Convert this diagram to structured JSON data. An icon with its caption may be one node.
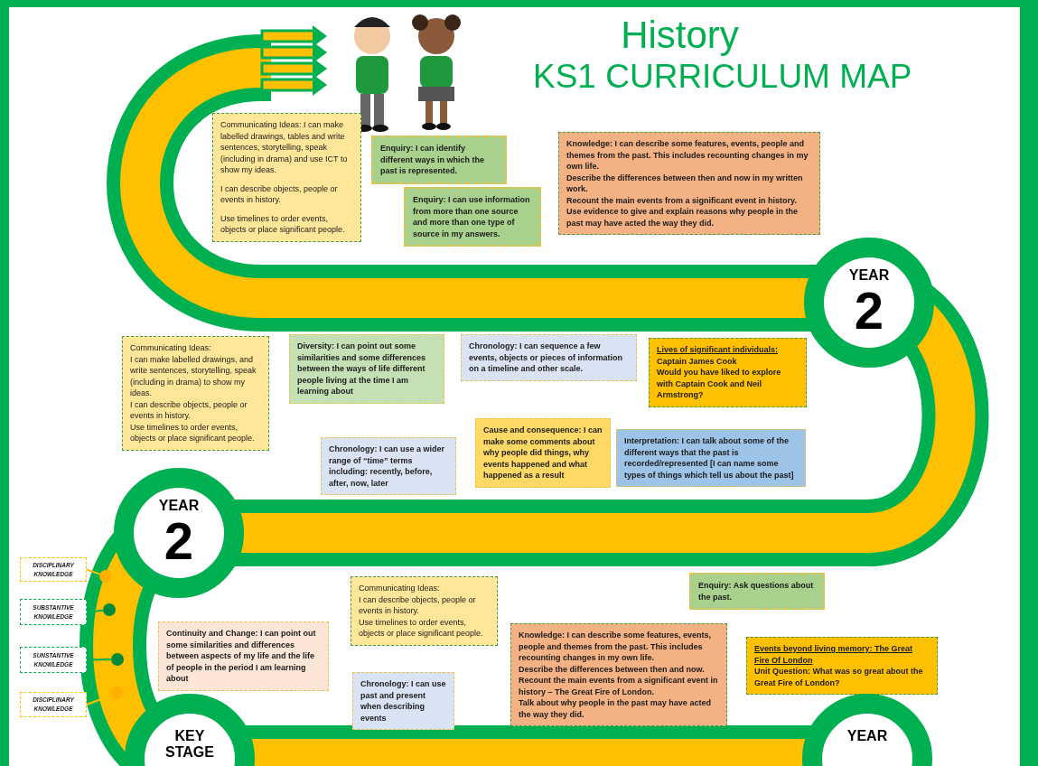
{
  "diagram": {
    "title": "History",
    "labels": [
      "KS1 CURRICULUM MAP"
    ],
    "nodes": [
      {
        "text": [
          "Communicating Ideas: I can make labelled drawings, tables and write sentences, storytelling, speak (including in drama) and use ICT to show my ideas.",
          "I can describe objects, people or events in history.",
          "Use timelines to order events, objects or place significant people."
        ]
      },
      {
        "text": [
          "Enquiry: I can identify different ways in which the past is represented."
        ]
      },
      {
        "text": [
          "Enquiry: I can use information from more than one source and more than one type of source in my answers."
        ]
      },
      {
        "text": [
          "Knowledge: I can describe some features, events, people and themes from the past. This includes recounting changes in my own life.",
          "Describe the differences between then and now in my written work.",
          "Recount the main events from a significant event in history.",
          "Use evidence to give and explain reasons why people in the past may have acted the way they did."
        ]
      },
      {
        "text": [
          "YEAR",
          "2"
        ]
      },
      {
        "text": [
          "Communicating Ideas:",
          "I can make labelled drawings, and write sentences, storytelling, speak (including in drama) to show my ideas.",
          "I can describe objects, people or events in history.",
          "Use timelines to order events, objects or place significant people."
        ]
      },
      {
        "text": [
          "Diversity: I can point out some similarities and some differences between the ways of life different people living at the time I am learning about"
        ]
      },
      {
        "text": [
          "Chronology: I can sequence a few events, objects or pieces of information on a timeline and other scale."
        ]
      },
      {
        "text": [
          "Lives of significant individuals:",
          "Captain James Cook",
          "Would you have liked to explore with Captain Cook and Neil Armstrong?"
        ]
      },
      {
        "text": [
          "Chronology: I can use a wider range of “time” terms including: recently, before, after, now, later"
        ]
      },
      {
        "text": [
          "Cause and consequence: I can make some comments about why people did things, why events happened and what happened as a result"
        ]
      },
      {
        "text": [
          "Interpretation: I can talk about some of the different ways that the past is recorded/represented [I can name some types of things which tell us about the past]"
        ]
      },
      {
        "text": [
          "YEAR",
          "2"
        ]
      },
      {
        "text": [
          "DISCIPLINARY KNOWLEDGE"
        ]
      },
      {
        "text": [
          "SUBSTANTIVE KNOWLEDGE"
        ]
      },
      {
        "text": [
          "SUNSTANTIVE KNOWLEDGE"
        ]
      },
      {
        "text": [
          "DISCIPLINARY KNOWLEDGE"
        ]
      },
      {
        "text": [],
        "shape": "circle"
      },
      {
        "text": [],
        "shape": "circle"
      },
      {
        "text": [],
        "shape": "circle"
      },
      {
        "text": [],
        "shape": "circle"
      },
      {
        "text": [
          "Continuity and Change: I can point out some similarities and differences between aspects of my life and the life of people in the period I am learning about"
        ]
      },
      {
        "text": [
          "Communicating Ideas:",
          "I can describe objects, people or events in history.",
          "Use timelines to order events, objects or place significant people."
        ]
      },
      {
        "text": [
          "Enquiry: Ask questions about the past."
        ]
      },
      {
        "text": [
          "Chronology: I can use past and present when describing events"
        ]
      },
      {
        "text": [
          "Knowledge: I can describe some features, events, people and themes from the past. This includes recounting changes in my own life.",
          "Describe the differences between then and now.",
          "Recount the main events from a significant event in history – The Great Fire of London.",
          "Talk about why people in the past may have acted the way they did."
        ]
      },
      {
        "text": [
          "Events beyond living memory: The Great Fire Of London",
          "Unit Question: What was so great about the Great Fire of London?"
        ]
      },
      {
        "text": [
          "KEY STAGE"
        ]
      },
      {
        "text": [
          "YEAR"
        ]
      }
    ],
    "edges": [
      {
        "from": 13,
        "to": 17,
        "arrow": "none",
        "color": "#ffc000"
      },
      {
        "from": 14,
        "to": 18,
        "arrow": "none",
        "color": "#00b050"
      },
      {
        "from": 15,
        "to": 19,
        "arrow": "none",
        "color": "#00b050"
      },
      {
        "from": 16,
        "to": 20,
        "arrow": "none",
        "color": "#ffc000"
      }
    ]
  }
}
